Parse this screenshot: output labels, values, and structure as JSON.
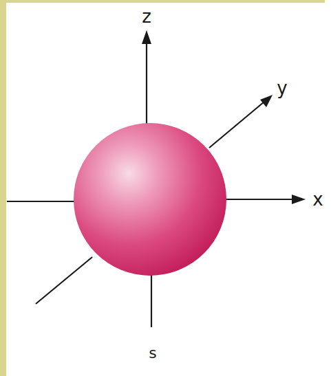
{
  "diagram": {
    "labels": [
      "z",
      "y",
      "x",
      "s"
    ]
  }
}
